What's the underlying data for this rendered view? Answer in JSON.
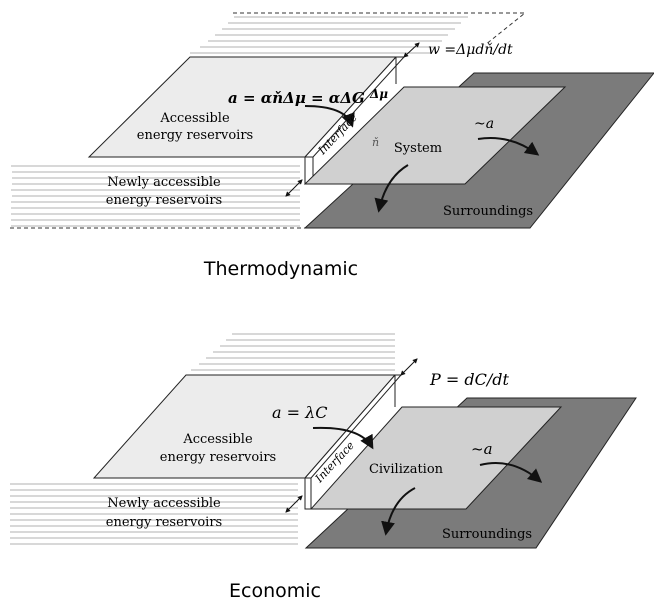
{
  "panels": [
    {
      "caption": "Thermodynamic",
      "accessible_label_1": "Accessible",
      "accessible_label_2": "energy reservoirs",
      "newly_label_1": "Newly accessible",
      "newly_label_2": "energy reservoirs",
      "interface_label": "Interface",
      "center_label": "System",
      "surroundings_label": "Surroundings",
      "top_equation": "w =Δμdň/dt",
      "flow_equation": "a = αňΔμ = αΔG",
      "delta_mu_label": "Δμ",
      "n_label": "ň",
      "output_label": "~a"
    },
    {
      "caption": "Economic",
      "accessible_label_1": "Accessible",
      "accessible_label_2": "energy reservoirs",
      "newly_label_1": "Newly accessible",
      "newly_label_2": "energy reservoirs",
      "interface_label": "Interface",
      "center_label": "Civilization",
      "surroundings_label": "Surroundings",
      "top_equation": "P = dC/dt",
      "flow_equation": "a = λC",
      "output_label": "~a"
    }
  ],
  "colors": {
    "surroundings": "#7b7b7b",
    "system": "#d0d0d0",
    "accessible": "#ececec",
    "reservoir_lines": "#aaaaaa",
    "stroke": "#222222"
  }
}
